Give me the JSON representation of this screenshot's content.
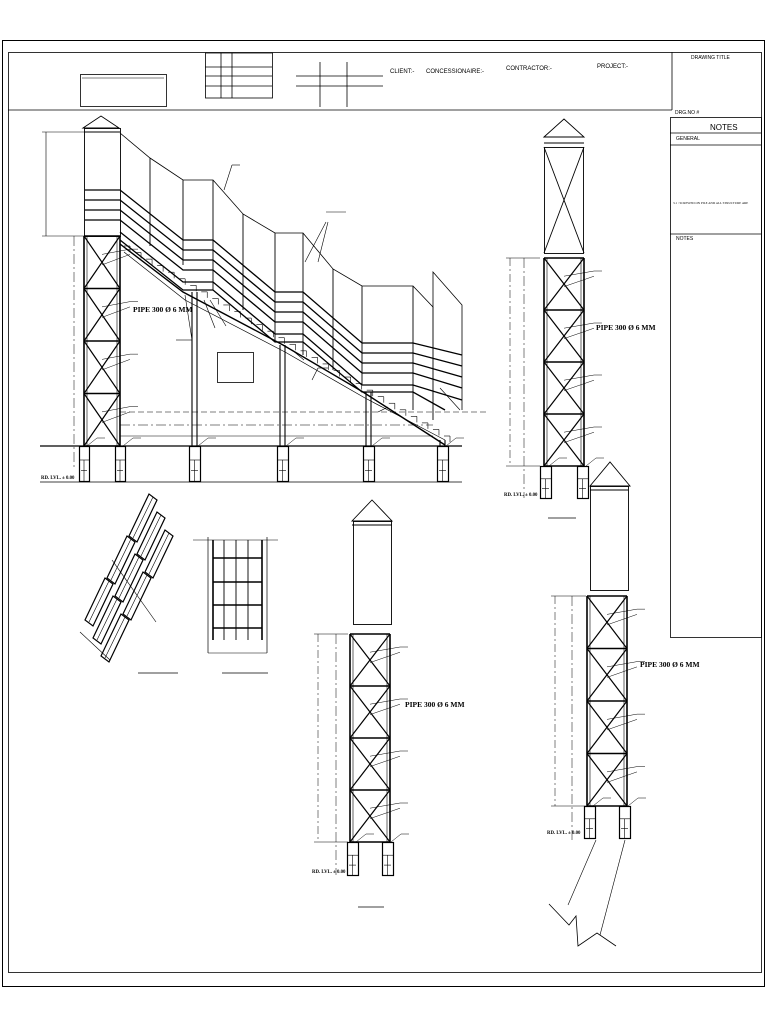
{
  "title_block": {
    "client": "CLIENT:-",
    "concessionaire": "CONCESSIONAIRE:-",
    "contractor": "CONTRACTOR:-",
    "project": "PROJECT:-",
    "drawing_title": "DRAWING TITLE",
    "drawing_no": "DRG.NO #"
  },
  "notes_panel": {
    "heading": "NOTES",
    "general": "GENERAL",
    "general_text": "3.1 : SCREWED ON PILE AND ALL STRUCTURE ARE",
    "notes": "NOTES"
  },
  "drawing": {
    "pipe_label_1": "PIPE 300 Ø 6 MM",
    "pipe_label_2": "PIPE 300 Ø 6 MM",
    "pipe_label_3": "PIPE 300 Ø 6 MM",
    "pipe_label_4": "PIPE 300 Ø 6 MM",
    "level_1": "RD. LVL. ± 0.00",
    "level_2": "RD. LVL. ± 0.00",
    "level_3": "RD. LVL. ± 0.00",
    "level_4": "RD. LVL. ± 0.00"
  }
}
